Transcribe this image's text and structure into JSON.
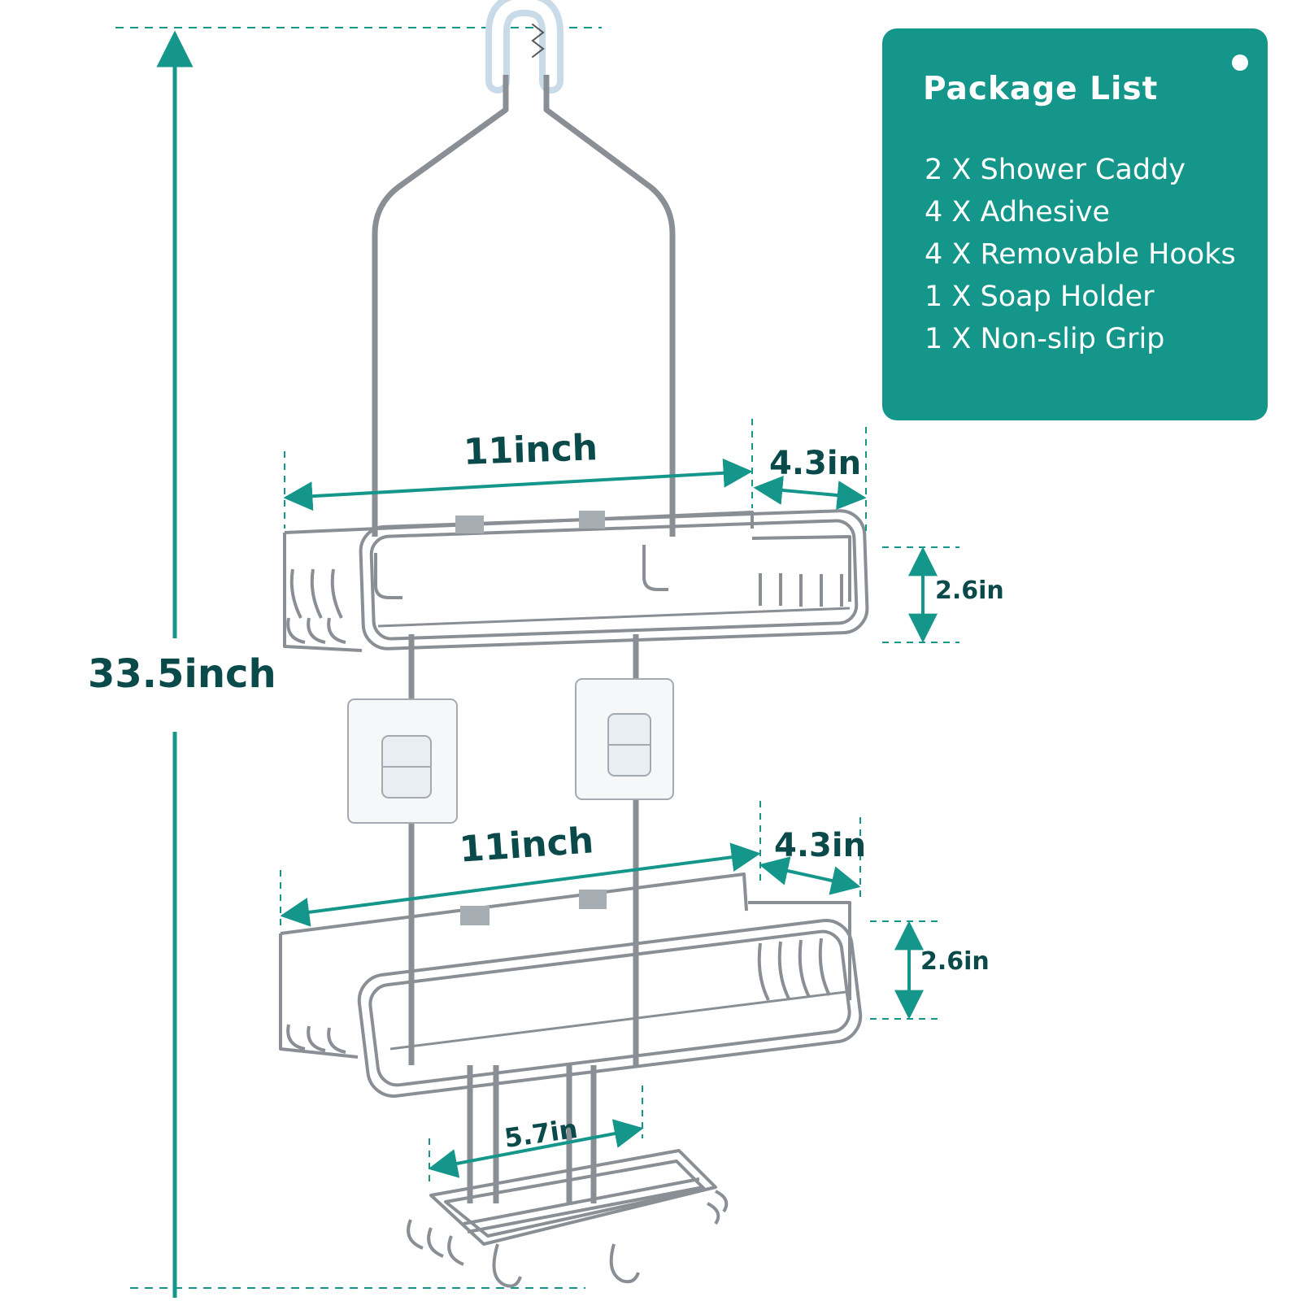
{
  "colors": {
    "accent": "#14968a",
    "dimension_text": "#0b4a4a",
    "metal": "#8a8f95"
  },
  "package": {
    "title": "Package List",
    "items": [
      "2 X Shower Caddy",
      "4 X Adhesive",
      "4 X Removable Hooks",
      "1 X Soap Holder",
      "1 X Non-slip Grip"
    ]
  },
  "dimensions": {
    "total_height": "33.5inch",
    "top_width": "11inch",
    "top_depth": "4.3in",
    "top_height": "2.6in",
    "bottom_width": "11inch",
    "bottom_depth": "4.3in",
    "bottom_height": "2.6in",
    "soap_width": "5.7in"
  }
}
